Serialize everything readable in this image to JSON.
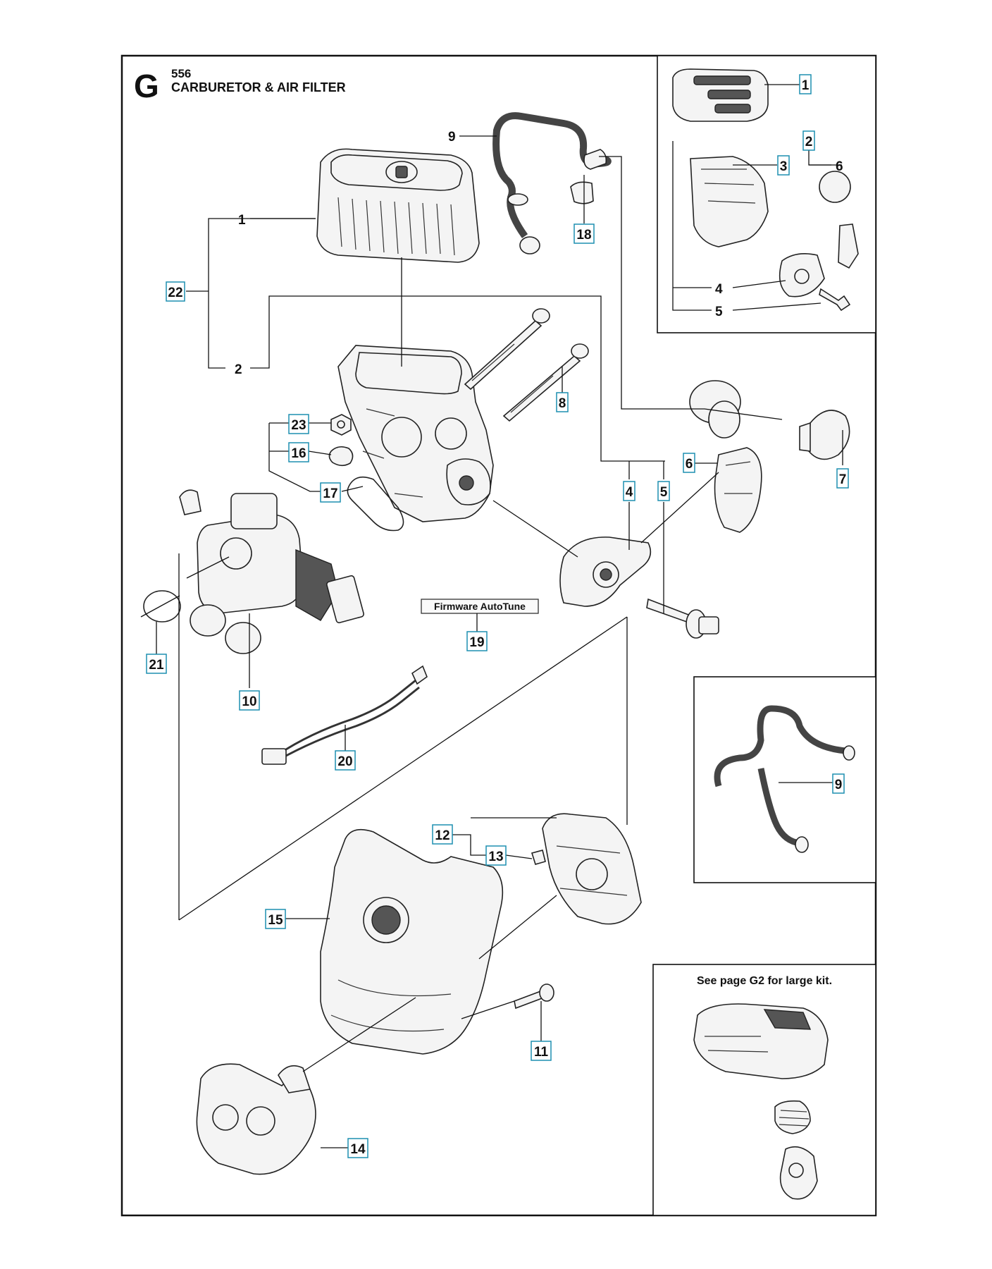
{
  "header": {
    "section_letter": "G",
    "model_number": "556",
    "title": "CARBURETOR & AIR FILTER"
  },
  "note": {
    "text": "See page G2 for large kit."
  },
  "firmware_label": "Firmware AutoTune",
  "callouts": {
    "c1": "1",
    "c2": "2",
    "c4": "4",
    "c5": "5",
    "c6": "6",
    "c7": "7",
    "c8": "8",
    "c9": "9",
    "c10": "10",
    "c11": "11",
    "c12": "12",
    "c13": "13",
    "c14": "14",
    "c15": "15",
    "c16": "16",
    "c17": "17",
    "c18": "18",
    "c19": "19",
    "c20": "20",
    "c21": "21",
    "c22": "22",
    "c23": "23"
  },
  "inset_top": {
    "c1": "1",
    "c2": "2",
    "c3": "3",
    "c4": "4",
    "c5": "5",
    "c6": "6"
  },
  "inset_right": {
    "c9": "9"
  }
}
